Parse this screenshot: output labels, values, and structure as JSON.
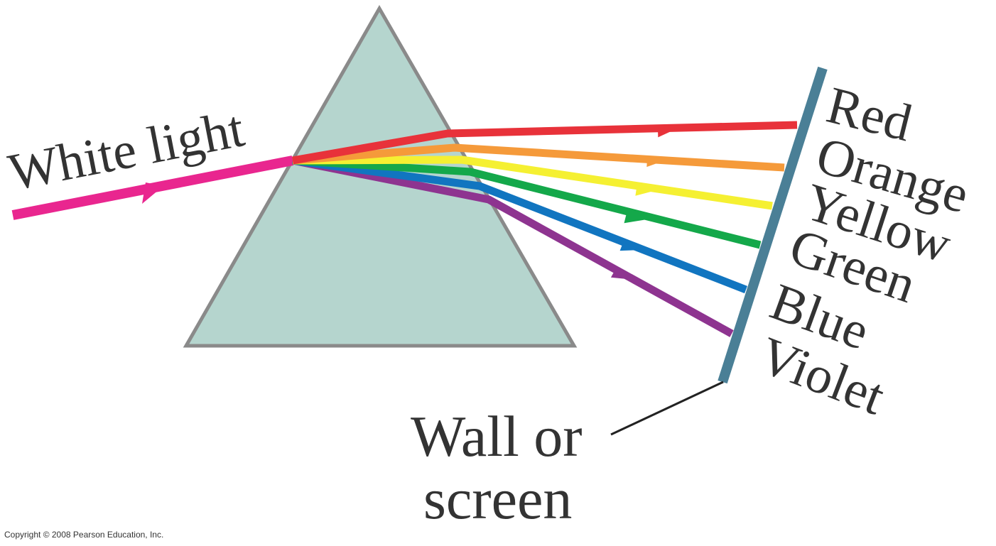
{
  "diagram": {
    "incoming_label": "White light",
    "wall_label_line1": "Wall or",
    "wall_label_line2": "screen",
    "copyright": "Copyright © 2008 Pearson Education, Inc."
  },
  "colors": {
    "white_light": "#e9268f",
    "prism_fill": "#b5d5ce",
    "prism_stroke": "#8a8a8a",
    "screen": "#4a7f96",
    "text": "#333333"
  },
  "beams": [
    {
      "name": "Red",
      "color": "#e8323a"
    },
    {
      "name": "Orange",
      "color": "#f59a3a"
    },
    {
      "name": "Yellow",
      "color": "#f5f032"
    },
    {
      "name": "Green",
      "color": "#14a84a"
    },
    {
      "name": "Blue",
      "color": "#1175c0"
    },
    {
      "name": "Violet",
      "color": "#8e3490"
    }
  ]
}
